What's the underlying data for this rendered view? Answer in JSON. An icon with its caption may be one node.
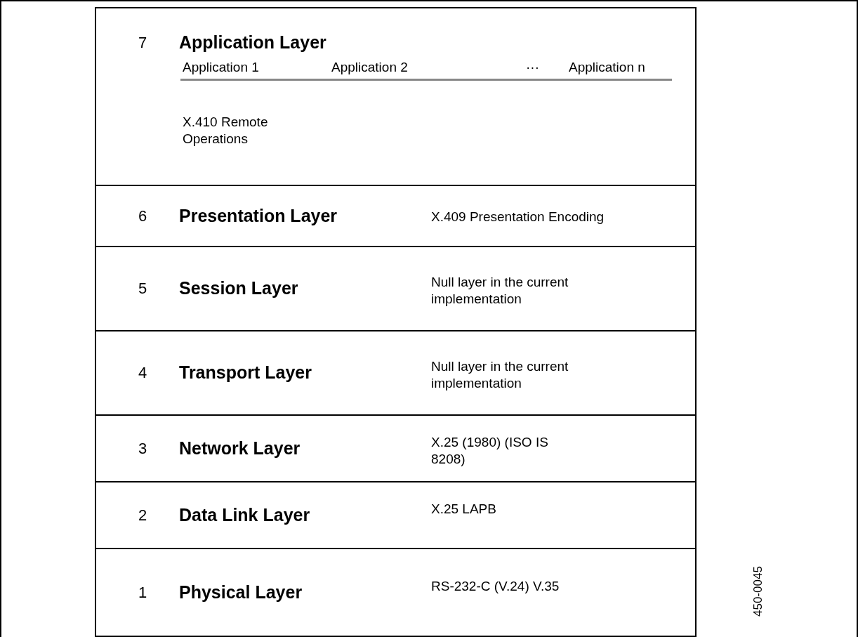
{
  "diagram": {
    "nodes": [
      {
        "text": [
          "7",
          "Application Layer",
          "Application 1",
          "Application 2",
          "···",
          "Application n",
          "X.410 Remote Operations"
        ]
      },
      {
        "text": [
          "6",
          "Presentation Layer",
          "X.409 Presentation Encoding"
        ]
      },
      {
        "text": [
          "5",
          "Session Layer",
          "Null layer in the current implementation"
        ]
      },
      {
        "text": [
          "4",
          "Transport Layer",
          "Null layer in the current implementation"
        ]
      },
      {
        "text": [
          "3",
          "Network Layer",
          "X.25 (1980) (ISO IS 8208)"
        ]
      },
      {
        "text": [
          "2",
          "Data Link Layer",
          "X.25 LAPB"
        ]
      },
      {
        "text": [
          "1",
          "Physical Layer",
          "RS-232-C (V.24) V.35"
        ]
      }
    ],
    "edges": [],
    "labels": [
      "450-0045"
    ]
  }
}
